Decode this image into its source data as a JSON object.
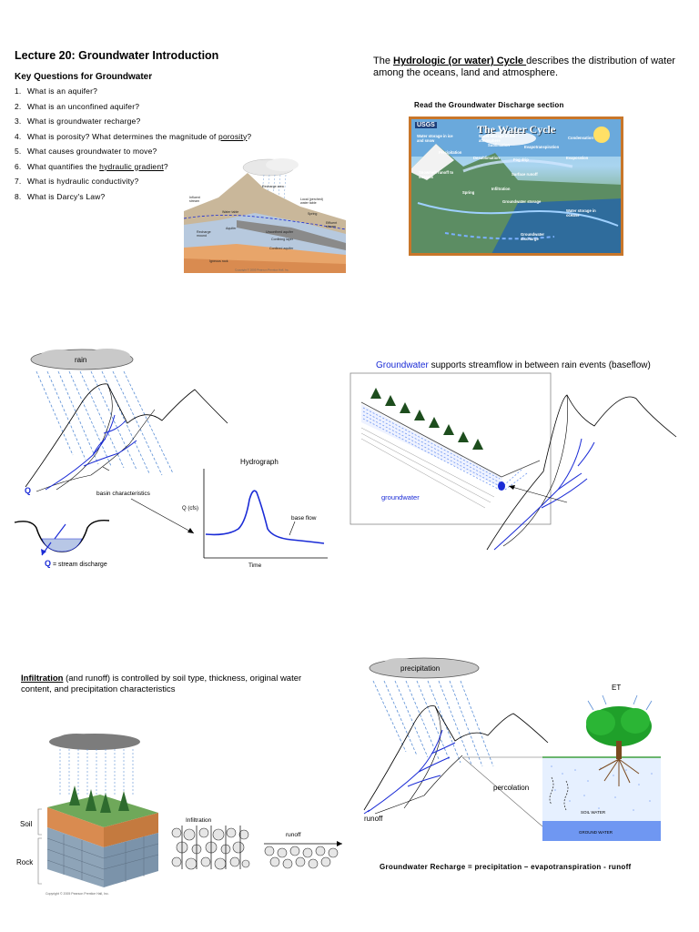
{
  "lecture_title": "Lecture 20: Groundwater Introduction",
  "key_questions_heading": "Key Questions for Groundwater",
  "questions": [
    {
      "num": "1.",
      "pre": "What is an aquifer?",
      "link": "",
      "post": ""
    },
    {
      "num": "2.",
      "pre": "What is an unconfined aquifer?",
      "link": "",
      "post": ""
    },
    {
      "num": "3.",
      "pre": "What is groundwater recharge?",
      "link": "",
      "post": ""
    },
    {
      "num": "4.",
      "pre": "What is porosity? What determines the magnitude of ",
      "link": "porosity",
      "post": "?"
    },
    {
      "num": "5.",
      "pre": "What causes groundwater to move?",
      "link": "",
      "post": ""
    },
    {
      "num": "6.",
      "pre": "What quantifies the ",
      "link": "hydraulic gradient",
      "post": "?"
    },
    {
      "num": "7.",
      "pre": "What is hydraulic conductivity?",
      "link": "",
      "post": ""
    },
    {
      "num": "8.",
      "pre": "What is Darcy's Law?",
      "link": "",
      "post": ""
    }
  ],
  "hydrologic": {
    "lead": "The ",
    "keyword": "Hydrologic (or water) Cycle ",
    "rest": "describes the distribution of water among the oceans, land and atmosphere."
  },
  "read_note": "Read the Groundwater Discharge section",
  "water_cycle": {
    "title": "The Water Cycle",
    "logo": "USGS",
    "labels": [
      "Water storage in ice and snow",
      "Water storage in the atmosphere",
      "Condensation",
      "Sublimation",
      "Precipitation",
      "Desublimation",
      "Evapotranspiration",
      "Evaporation",
      "Fog drip",
      "Snowmelt runoff to streams",
      "Surface runoff",
      "Infiltration",
      "Spring",
      "Groundwater storage",
      "Water storage in oceans",
      "Groundwater discharge"
    ]
  },
  "aquifer_fig": {
    "labels": [
      "Recharge area",
      "Local (perched) water table",
      "Influent stream",
      "Water table",
      "Spring",
      "Aquifer",
      "Effluent stream",
      "Recharge mound",
      "Unconfined aquifer",
      "Confining layer",
      "Confined aquifer",
      "Igneous rock"
    ],
    "copyright": "Copyright © 2005 Pearson Prentice Hall, Inc."
  },
  "rain_panel": {
    "cloud": "rain",
    "q": "Q",
    "basin": "basin characteristics",
    "q_def_symbol": "Q",
    "q_def": "= stream discharge"
  },
  "hydrograph": {
    "title": "Hydrograph",
    "ylabel": "Q (cfs)",
    "xlabel": "Time",
    "annotation": "base flow"
  },
  "baseflow_panel": {
    "lead_kw": "Groundwater",
    "rest": " supports streamflow in between rain events (baseflow)",
    "label": "groundwater"
  },
  "infiltration": {
    "kw": "Infiltration",
    "rest": " (and runoff) is controlled by soil type, thickness, original water content, and precipitation characteristics",
    "soil": "Soil",
    "rock": "Rock",
    "infil_label": "Infiltration",
    "runoff_label": "runoff",
    "copyright": "Copyright © 2005 Pearson Prentice Hall, Inc."
  },
  "recharge_panel": {
    "cloud": "precipitation",
    "et": "ET",
    "percolation": "percolation",
    "runoff": "runoff",
    "soil_water": "SOIL WATER",
    "ground_water": "GROUND WATER",
    "equation": "Groundwater Recharge = precipitation – evapotranspiration -   runoff"
  },
  "colors": {
    "blue": "#1a2bd6",
    "sky": "#5b8fd6",
    "groundwater": "#6f97f2"
  }
}
